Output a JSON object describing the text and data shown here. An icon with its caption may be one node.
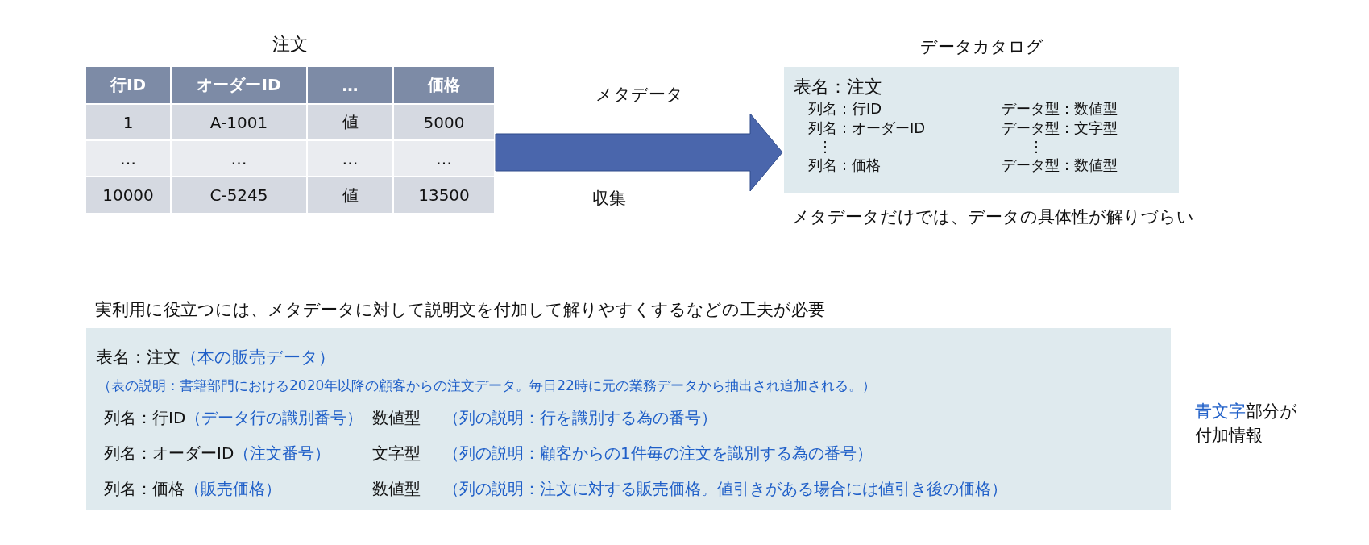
{
  "diagram": {
    "nodes": [
      {
        "beside": [
          "注文"
        ],
        "text": [
          "行ID",
          "オーダーID",
          "…",
          "価格",
          "1",
          "A-1001",
          "値",
          "5000",
          "…",
          "…",
          "…",
          "…",
          "10000",
          "C-5245",
          "値",
          "13500"
        ]
      },
      {
        "text": [
          "データカタログ",
          "表名：注文",
          "列名：行ID",
          "データ型：数値型",
          "列名：オーダーID",
          "データ型：文字型",
          "⋮",
          "⋮",
          "列名：価格",
          "データ型：数値型"
        ],
        "beside": [
          "メタデータだけでは、データの具体性が解りづらい"
        ]
      },
      {
        "text": [
          "実利用に役立つには、メタデータに対して説明文を付加して解りやすくするなどの工夫が必要",
          "表名：注文",
          "（本の販売データ）",
          "（表の説明：書籍部門における2020年以降の顧客からの注文データ。毎日22時に元の業務データから抽出され追加される。）",
          "列名：行ID",
          "（データ行の識別番号）",
          "数値型",
          "（列の説明：行を識別する為の番号）",
          "列名：オーダーID",
          "（注文番号）",
          "文字型",
          "（列の説明：顧客からの1件毎の注文を識別する為の番号）",
          "列名：価格",
          "（販売価格）",
          "数値型",
          "（列の説明：注文に対する販売価格。値引きがある場合には値引き後の価格）"
        ]
      }
    ],
    "edges": [
      {
        "from": 0,
        "to": 1,
        "arrow": "to",
        "label": "メタデータ"
      }
    ],
    "labels": [
      "収集",
      "青文字",
      "部分が付加情報"
    ]
  }
}
